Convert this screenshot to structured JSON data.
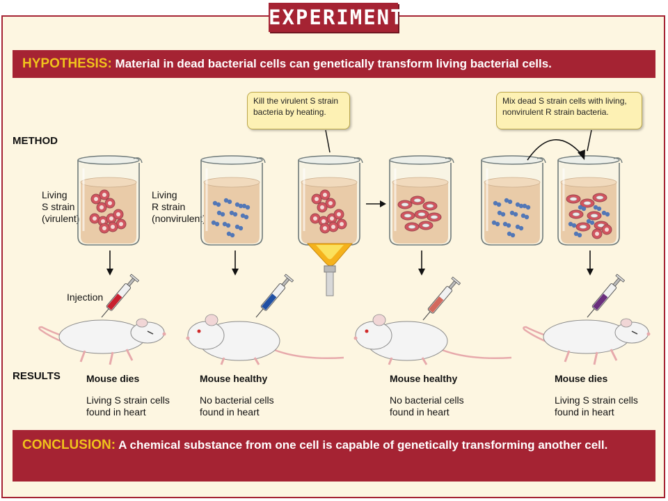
{
  "title": "EXPERIMENT",
  "hypothesis": {
    "keyword": "HYPOTHESIS:",
    "text": " Material in dead bacterial cells can genetically transform living bacterial cells."
  },
  "method_label": "METHOD",
  "results_label": "RESULTS",
  "callouts": {
    "heat": "Kill the virulent S strain bacteria by heating.",
    "mix": "Mix dead S strain cells with living, nonvirulent R strain bacteria."
  },
  "beaker_labels": {
    "s_strain": [
      "Living",
      "S strain",
      "(virulent)"
    ],
    "r_strain": [
      "Living",
      "R strain",
      "(nonvirulent)"
    ]
  },
  "injection_label": "Injection",
  "results": [
    {
      "outcome": "Mouse dies",
      "detail": [
        "Living S strain cells",
        "found in heart"
      ]
    },
    {
      "outcome": "Mouse healthy",
      "detail": [
        "No bacterial cells",
        "found in heart"
      ]
    },
    {
      "outcome": "Mouse healthy",
      "detail": [
        "No bacterial cells",
        "found in heart"
      ]
    },
    {
      "outcome": "Mouse dies",
      "detail": [
        "Living S strain cells",
        "found in heart"
      ]
    }
  ],
  "conclusion": {
    "keyword": "CONCLUSION:",
    "text": " A chemical substance from one cell is capable of genetically transforming another cell."
  },
  "colors": {
    "accent": "#a52333",
    "keyword": "#f0c21c",
    "background": "#fdf6e1",
    "liquid": "#e9bf91",
    "s_strain": "#c8202f",
    "r_strain": "#1f4fa3",
    "callout": "#fdf1b4"
  }
}
